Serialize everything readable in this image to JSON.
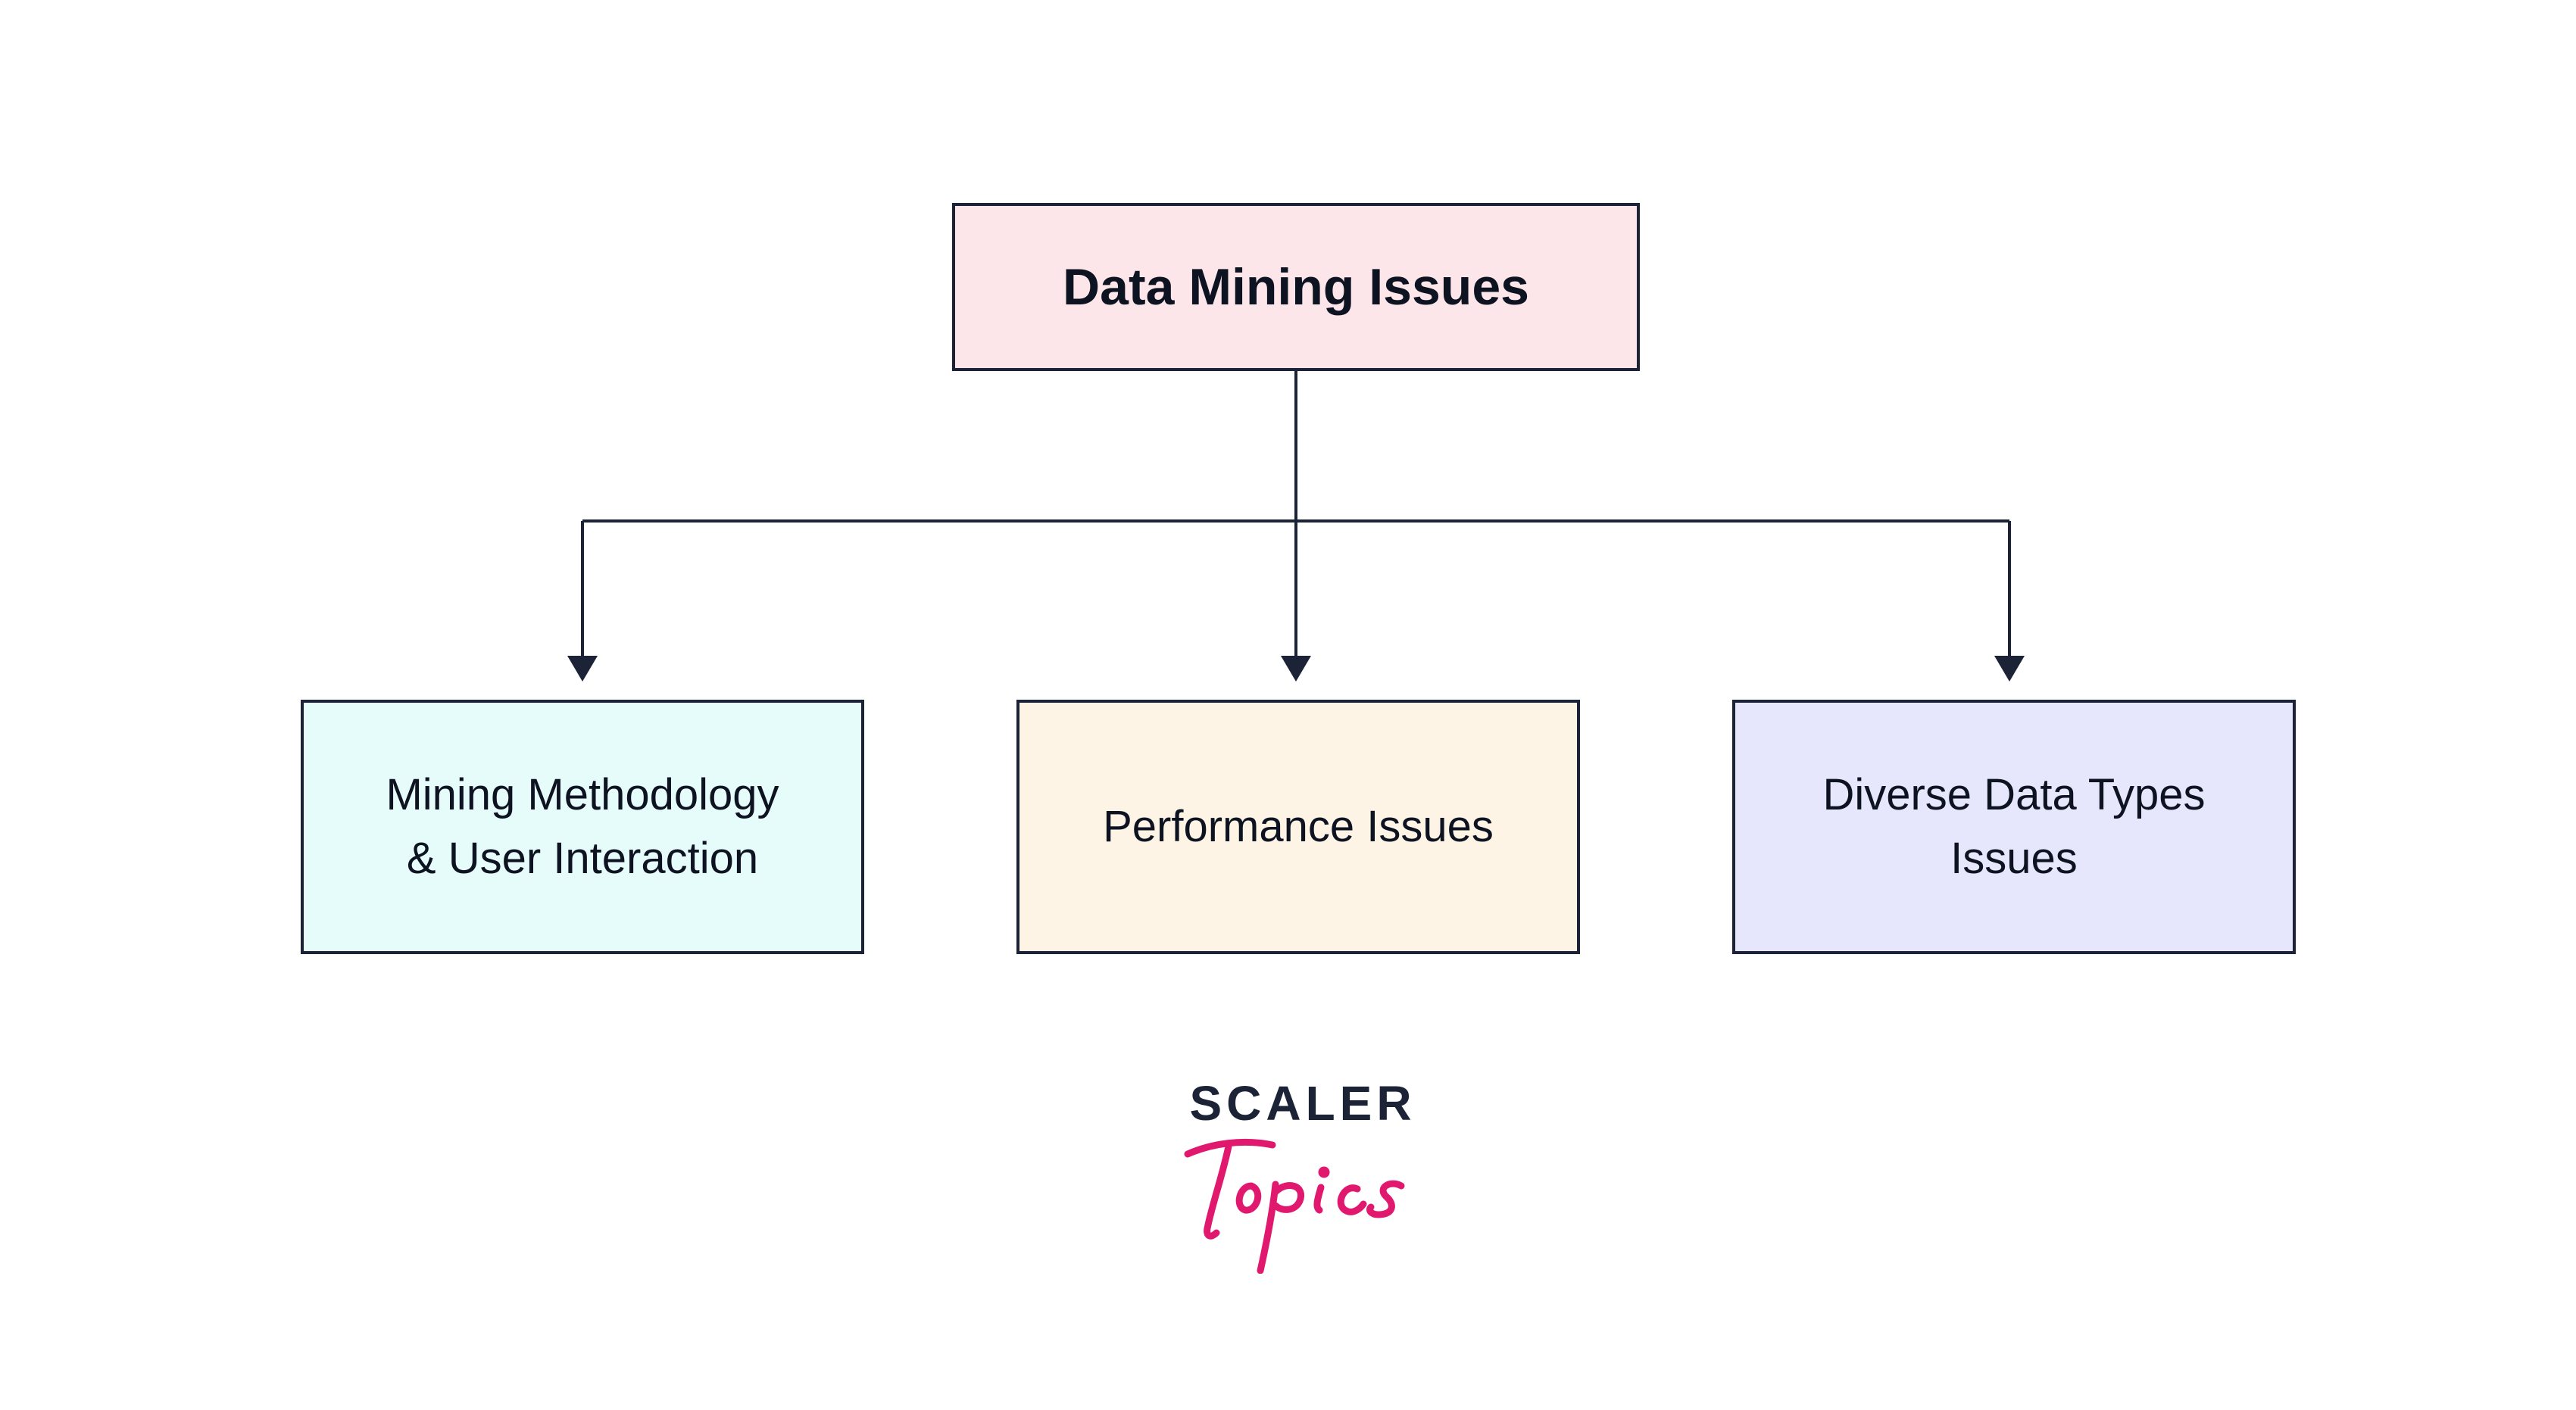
{
  "diagram": {
    "root": {
      "label": "Data Mining Issues"
    },
    "children": [
      {
        "label": "Mining Methodology\n& User Interaction"
      },
      {
        "label": "Performance Issues"
      },
      {
        "label": "Diverse Data Types\nIssues"
      }
    ]
  },
  "logo": {
    "word": "SCALER",
    "script": "Topics"
  },
  "colors": {
    "line": "#1c2336",
    "root_fill": "#fde6e9",
    "child1_fill": "#e6fcfa",
    "child2_fill": "#fef4e6",
    "child3_fill": "#e6e6fc",
    "logo_script": "#e0196e"
  }
}
